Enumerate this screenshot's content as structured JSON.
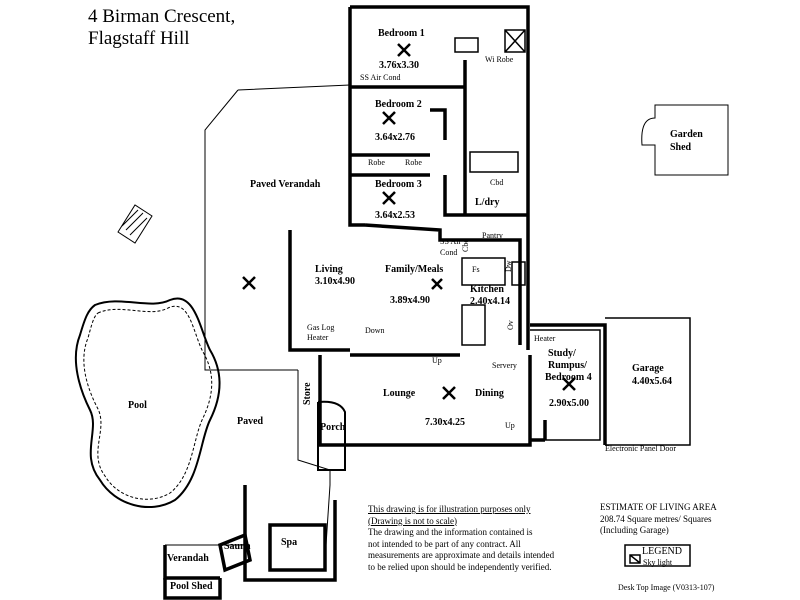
{
  "address": {
    "line1": "4 Birman Crescent,",
    "line2": "Flagstaff Hill"
  },
  "rooms": {
    "bedroom1": {
      "name": "Bedroom 1",
      "size": "3.76x3.30"
    },
    "bedroom2": {
      "name": "Bedroom 2",
      "size": "3.64x2.76"
    },
    "bedroom3": {
      "name": "Bedroom 3",
      "size": "3.64x2.53"
    },
    "living": {
      "name": "Living",
      "size": "3.10x4.90"
    },
    "family": {
      "name": "Family/Meals",
      "size": "3.89x4.90"
    },
    "kitchen": {
      "name": "Kitchen",
      "size": "2.40x4.14"
    },
    "lounge": {
      "name": "Lounge"
    },
    "dining": {
      "name": "Dining"
    },
    "lounge_dining_size": "7.30x4.25",
    "study": {
      "line1": "Study/",
      "line2": "Rumpus/",
      "line3": "Bedroom 4",
      "size": "2.90x5.00"
    },
    "garage": {
      "name": "Garage",
      "size": "4.40x5.64"
    },
    "garden_shed": {
      "line1": "Garden",
      "line2": "Shed"
    },
    "paved_verandah": "Paved Verandah",
    "paved": "Paved",
    "pool": "Pool",
    "porch": "Porch",
    "store": "Store",
    "spa": "Spa",
    "sauna": "Sauna",
    "verandah": "Verandah",
    "pool_shed": "Pool Shed",
    "ldry": "L/dry"
  },
  "labels": {
    "wi_robe": "Wi Robe",
    "ss_air_cond_top": "SS Air Cond",
    "robe_left": "Robe",
    "robe_right": "Robe",
    "cbd_hall": "Cbd",
    "ss_air_line1": "SS Air",
    "ss_air_line2": "Cond",
    "cbd_kitchen": "Cbd",
    "pantry": "Pantry",
    "fs": "Fs",
    "dw": "Dw",
    "ov": "Ov",
    "gas_log_line1": "Gas Log",
    "gas_log_line2": "Heater",
    "down": "Down",
    "up_top": "Up",
    "servery": "Servery",
    "heater": "Heater",
    "up_bottom": "Up",
    "electronic_door": "Electronic Panel Door"
  },
  "disclaimer": {
    "line1": "This drawing is for illustration purposes only",
    "line2": "(Drawing is not to scale)",
    "line3": "The drawing and the information contained is",
    "line4": "not intended to be part of any contract.  All",
    "line5": "measurements are approximate and details intended",
    "line6": "to be relied upon should be independently verified."
  },
  "estimate": {
    "title": "ESTIMATE OF LIVING AREA",
    "line1": "208.74  Square metres/  Squares",
    "line2": "(Including Garage)"
  },
  "legend": {
    "title": "LEGEND",
    "item": "Sky light"
  },
  "footer": "Desk Top Image   (V0313-107)"
}
